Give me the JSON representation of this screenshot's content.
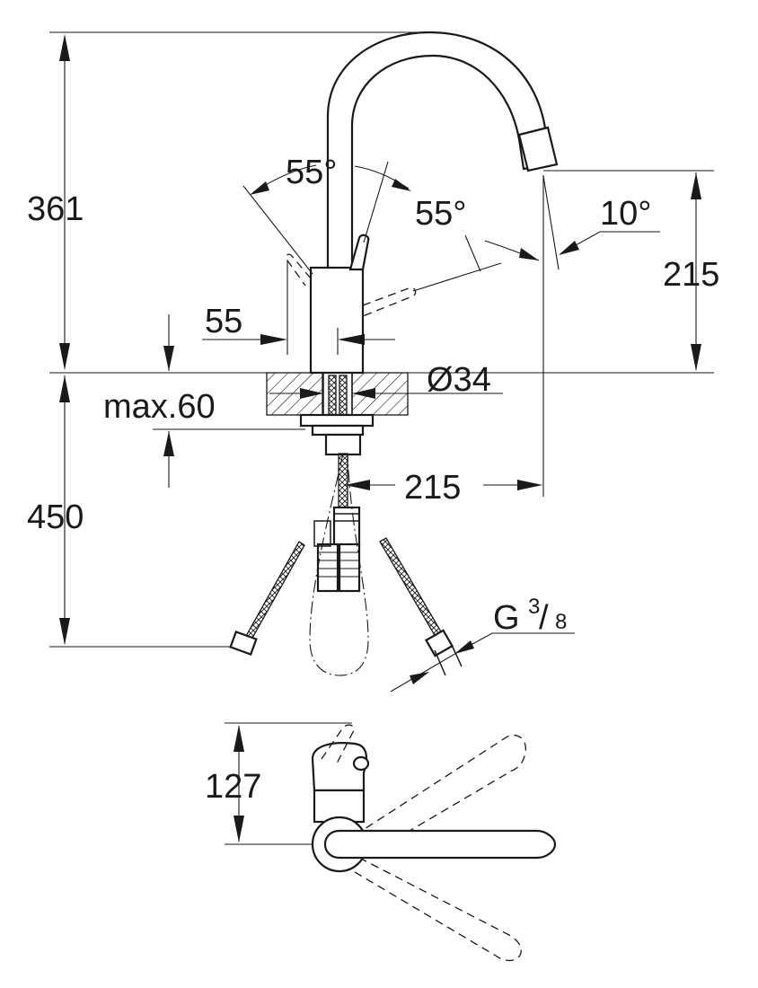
{
  "dimensions": {
    "total_height": "361",
    "lever_angle_left": "55°",
    "lever_angle_right": "55°",
    "outlet_angle": "10°",
    "outlet_height": "215",
    "lever_offset": "55",
    "body_diameter": "Ø34",
    "max_deck_thickness": "max.60",
    "hose_length": "450",
    "spout_reach": "215",
    "thread_size_g": "G",
    "thread_size_num": "3",
    "thread_size_den": "8",
    "plan_depth": "127"
  }
}
